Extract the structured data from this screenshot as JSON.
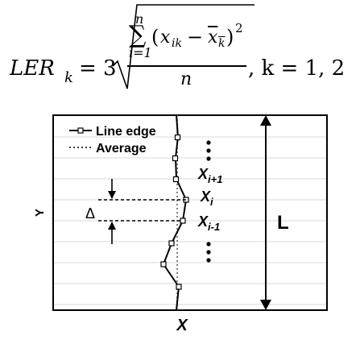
{
  "formula": {
    "lhs": "LER",
    "lhs_sub": "k",
    "equals_coeff": "= 3",
    "sum_upper": "n",
    "sum_lower": "i=1",
    "sum_symbol": "∑",
    "term_open": "(",
    "term_x": "x",
    "term_x_sub": "ik",
    "minus": "−",
    "term_xbar": "x",
    "term_xbar_sub": "k",
    "term_close": ")",
    "power": "2",
    "denominator": "n",
    "tail": ", k = 1, 2"
  },
  "legend": {
    "line_edge": "Line edge",
    "average": "Average"
  },
  "labels": {
    "y_axis": "Y",
    "x_axis": "X",
    "delta": "Δ",
    "length": "L",
    "xi_plus_1_base": "X",
    "xi_plus_1_sub": "i+1",
    "xi_base": "X",
    "xi_sub": "i",
    "xi_minus_1_base": "X",
    "xi_minus_1_sub": "i-1",
    "dots_top": "⋮",
    "dots_bottom": "⋮"
  },
  "colors": {
    "line": "#000000",
    "grid": "#d9d9d9",
    "average": "#808080"
  }
}
